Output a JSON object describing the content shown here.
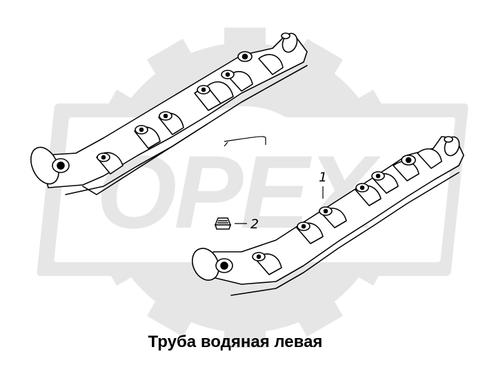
{
  "caption": "Труба водяная левая",
  "callouts": {
    "part1": "1",
    "part2": "2"
  },
  "watermark": {
    "text": "OPEX",
    "color": "#e6e6e6"
  },
  "colors": {
    "line": "#000000",
    "fill": "#ffffff"
  }
}
